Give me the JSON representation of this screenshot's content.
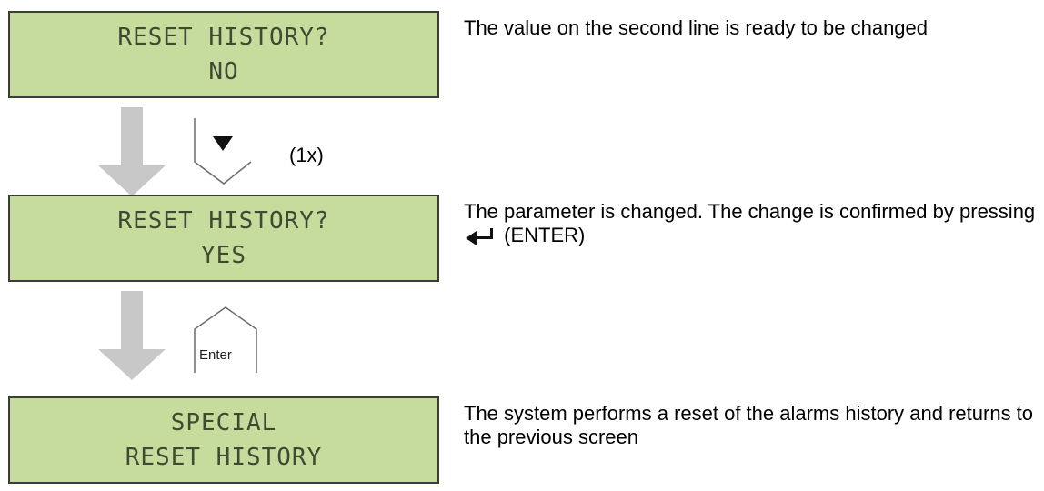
{
  "steps": [
    {
      "lcd_line1": "RESET HISTORY?",
      "lcd_line2": "NO",
      "description": "The value on the second line is ready to be changed"
    },
    {
      "lcd_line1": "RESET HISTORY?",
      "lcd_line2": "YES",
      "description_part1": "The parameter is changed. The change is confirmed by pressing",
      "description_part2": "(ENTER)"
    },
    {
      "lcd_line1": "SPECIAL",
      "lcd_line2": "RESET HISTORY",
      "description": "The system performs a reset of the alarms history and returns to the previous screen"
    }
  ],
  "transitions": [
    {
      "key_icon": "down-arrow-key-icon",
      "press_count": "(1x)"
    },
    {
      "key_icon": "enter-key-icon",
      "key_label": "Enter"
    }
  ],
  "colors": {
    "lcd_background": "#c5dc9d",
    "lcd_text": "#3f4a33",
    "arrow": "#c8c8c8"
  }
}
